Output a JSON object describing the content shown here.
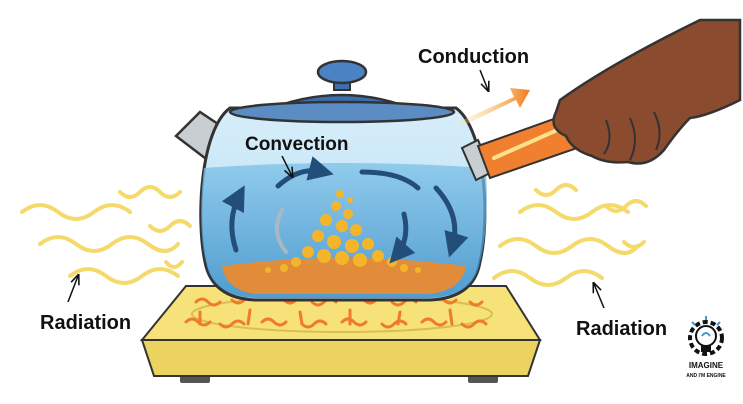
{
  "labels": {
    "conduction": "Conduction",
    "convection": "Convection",
    "radiation_left": "Radiation",
    "radiation_right": "Radiation"
  },
  "logo": {
    "line1": "IMAGINE",
    "line2": "AND I'M ENGINE"
  },
  "colors": {
    "label_text": "#111111",
    "kettle_glass": "#a9d6ee",
    "kettle_lid": "#3b6fb0",
    "water": "#4aa3d8",
    "convection_arrow": "#244e7a",
    "heat_arrow": "#f4a020",
    "heat_wave": "#f5d96b",
    "stove_top": "#f7e27a",
    "stove_coil": "#f07a2a",
    "hand": "#8a4b2f",
    "handle": "#f08030"
  }
}
